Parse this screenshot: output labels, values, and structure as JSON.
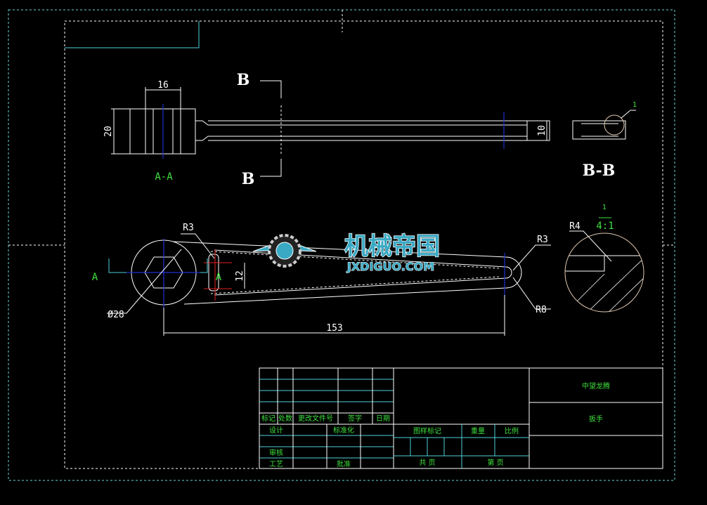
{
  "drawing": {
    "section_aa": {
      "label": "A-A",
      "dim_width": "16",
      "dim_height": "20",
      "dim_bar": "10"
    },
    "cut_b": {
      "top": "B",
      "bottom": "B"
    },
    "section_bb": {
      "label": "B-B",
      "detail_ref": "1"
    },
    "plan": {
      "r_left": "R3",
      "r_right_top": "R3",
      "r_right_bottom": "R8",
      "dia": "Ø28",
      "slot": "12",
      "length": "153",
      "cut_a_left": "A",
      "cut_a_right": "A"
    },
    "detail": {
      "ref": "1",
      "scale": "4:1",
      "radius": "R4"
    }
  },
  "watermark": {
    "title": "机械帝国",
    "subtitle": "JXDIGUO.COM"
  },
  "title_block": {
    "company": "中望龙腾",
    "part_name": "扳手",
    "rev_headers": [
      "标记",
      "处数",
      "更改文件号",
      "签字",
      "日期"
    ],
    "design": "设计",
    "standard": "标准化",
    "review": "审核",
    "process": "工艺",
    "approve": "批准",
    "drawing_mark": "图样标记",
    "weight": "重量",
    "scale": "比例",
    "total_pages": "共 页",
    "page_no": "第 页"
  }
}
